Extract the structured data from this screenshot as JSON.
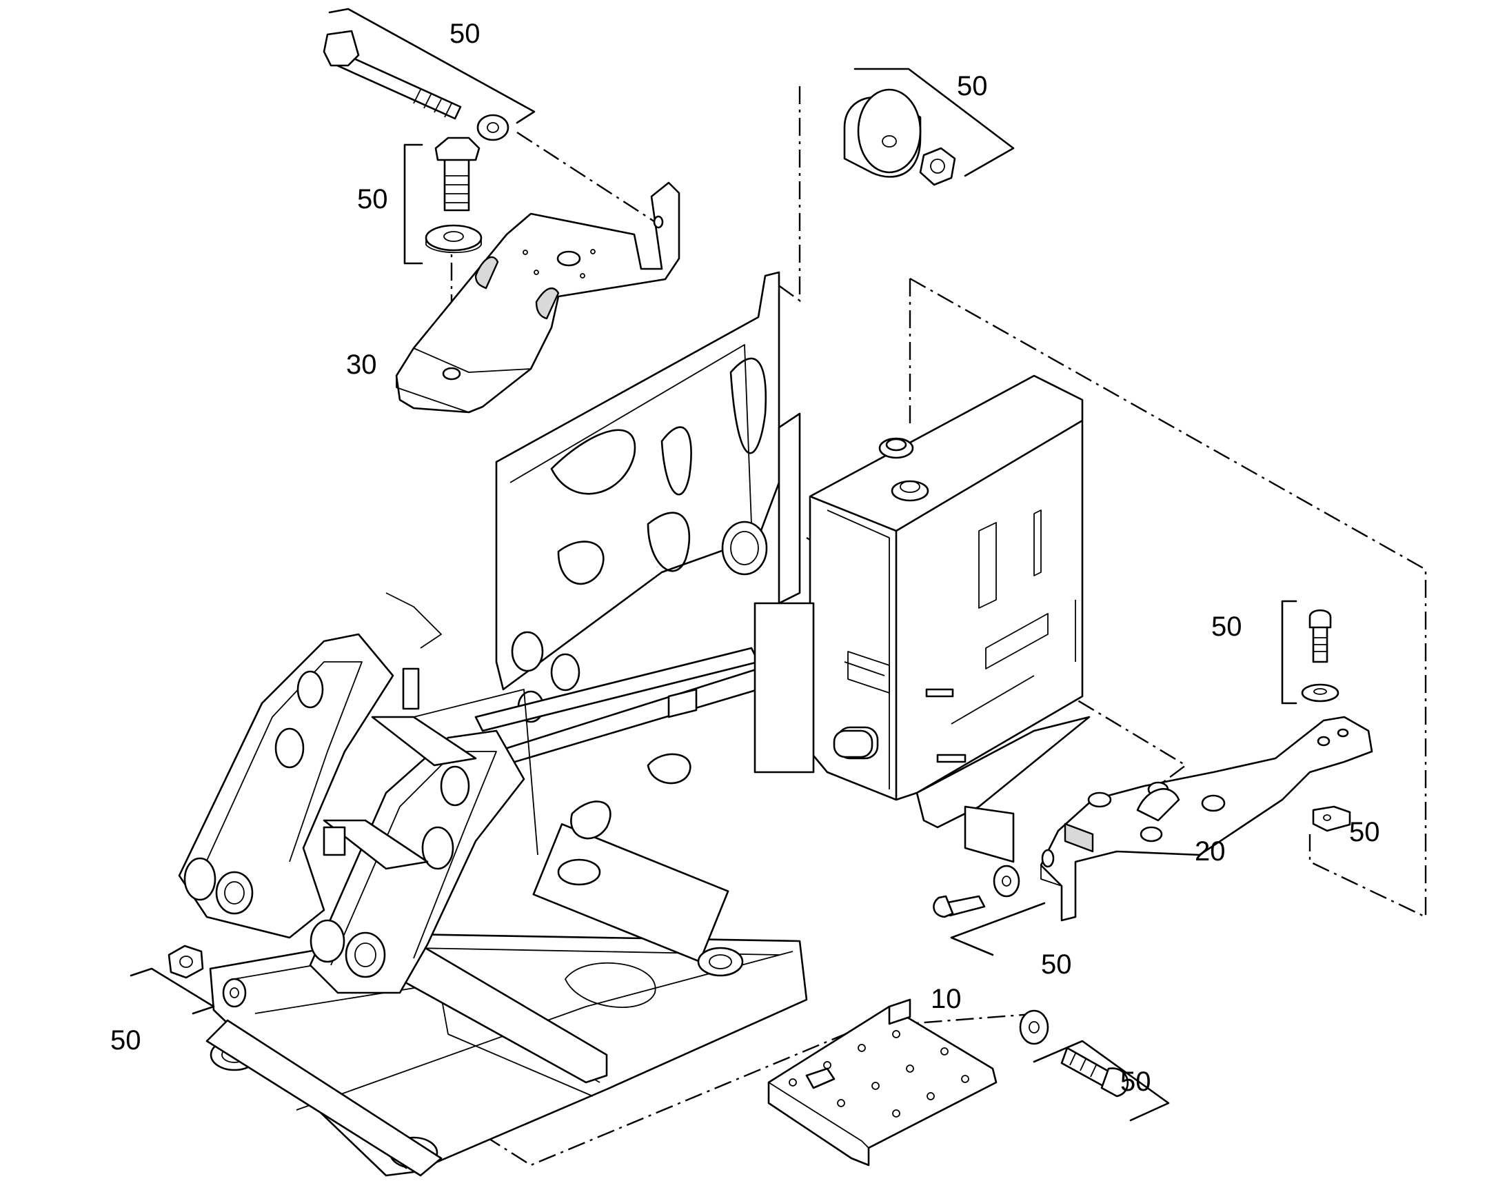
{
  "callouts": {
    "c1": "50",
    "c2": "50",
    "c3": "50",
    "c4": "30",
    "c5": "50",
    "c6": "20",
    "c7": "50",
    "c8": "50",
    "c9": "50",
    "c10": "10",
    "c11": "50"
  }
}
